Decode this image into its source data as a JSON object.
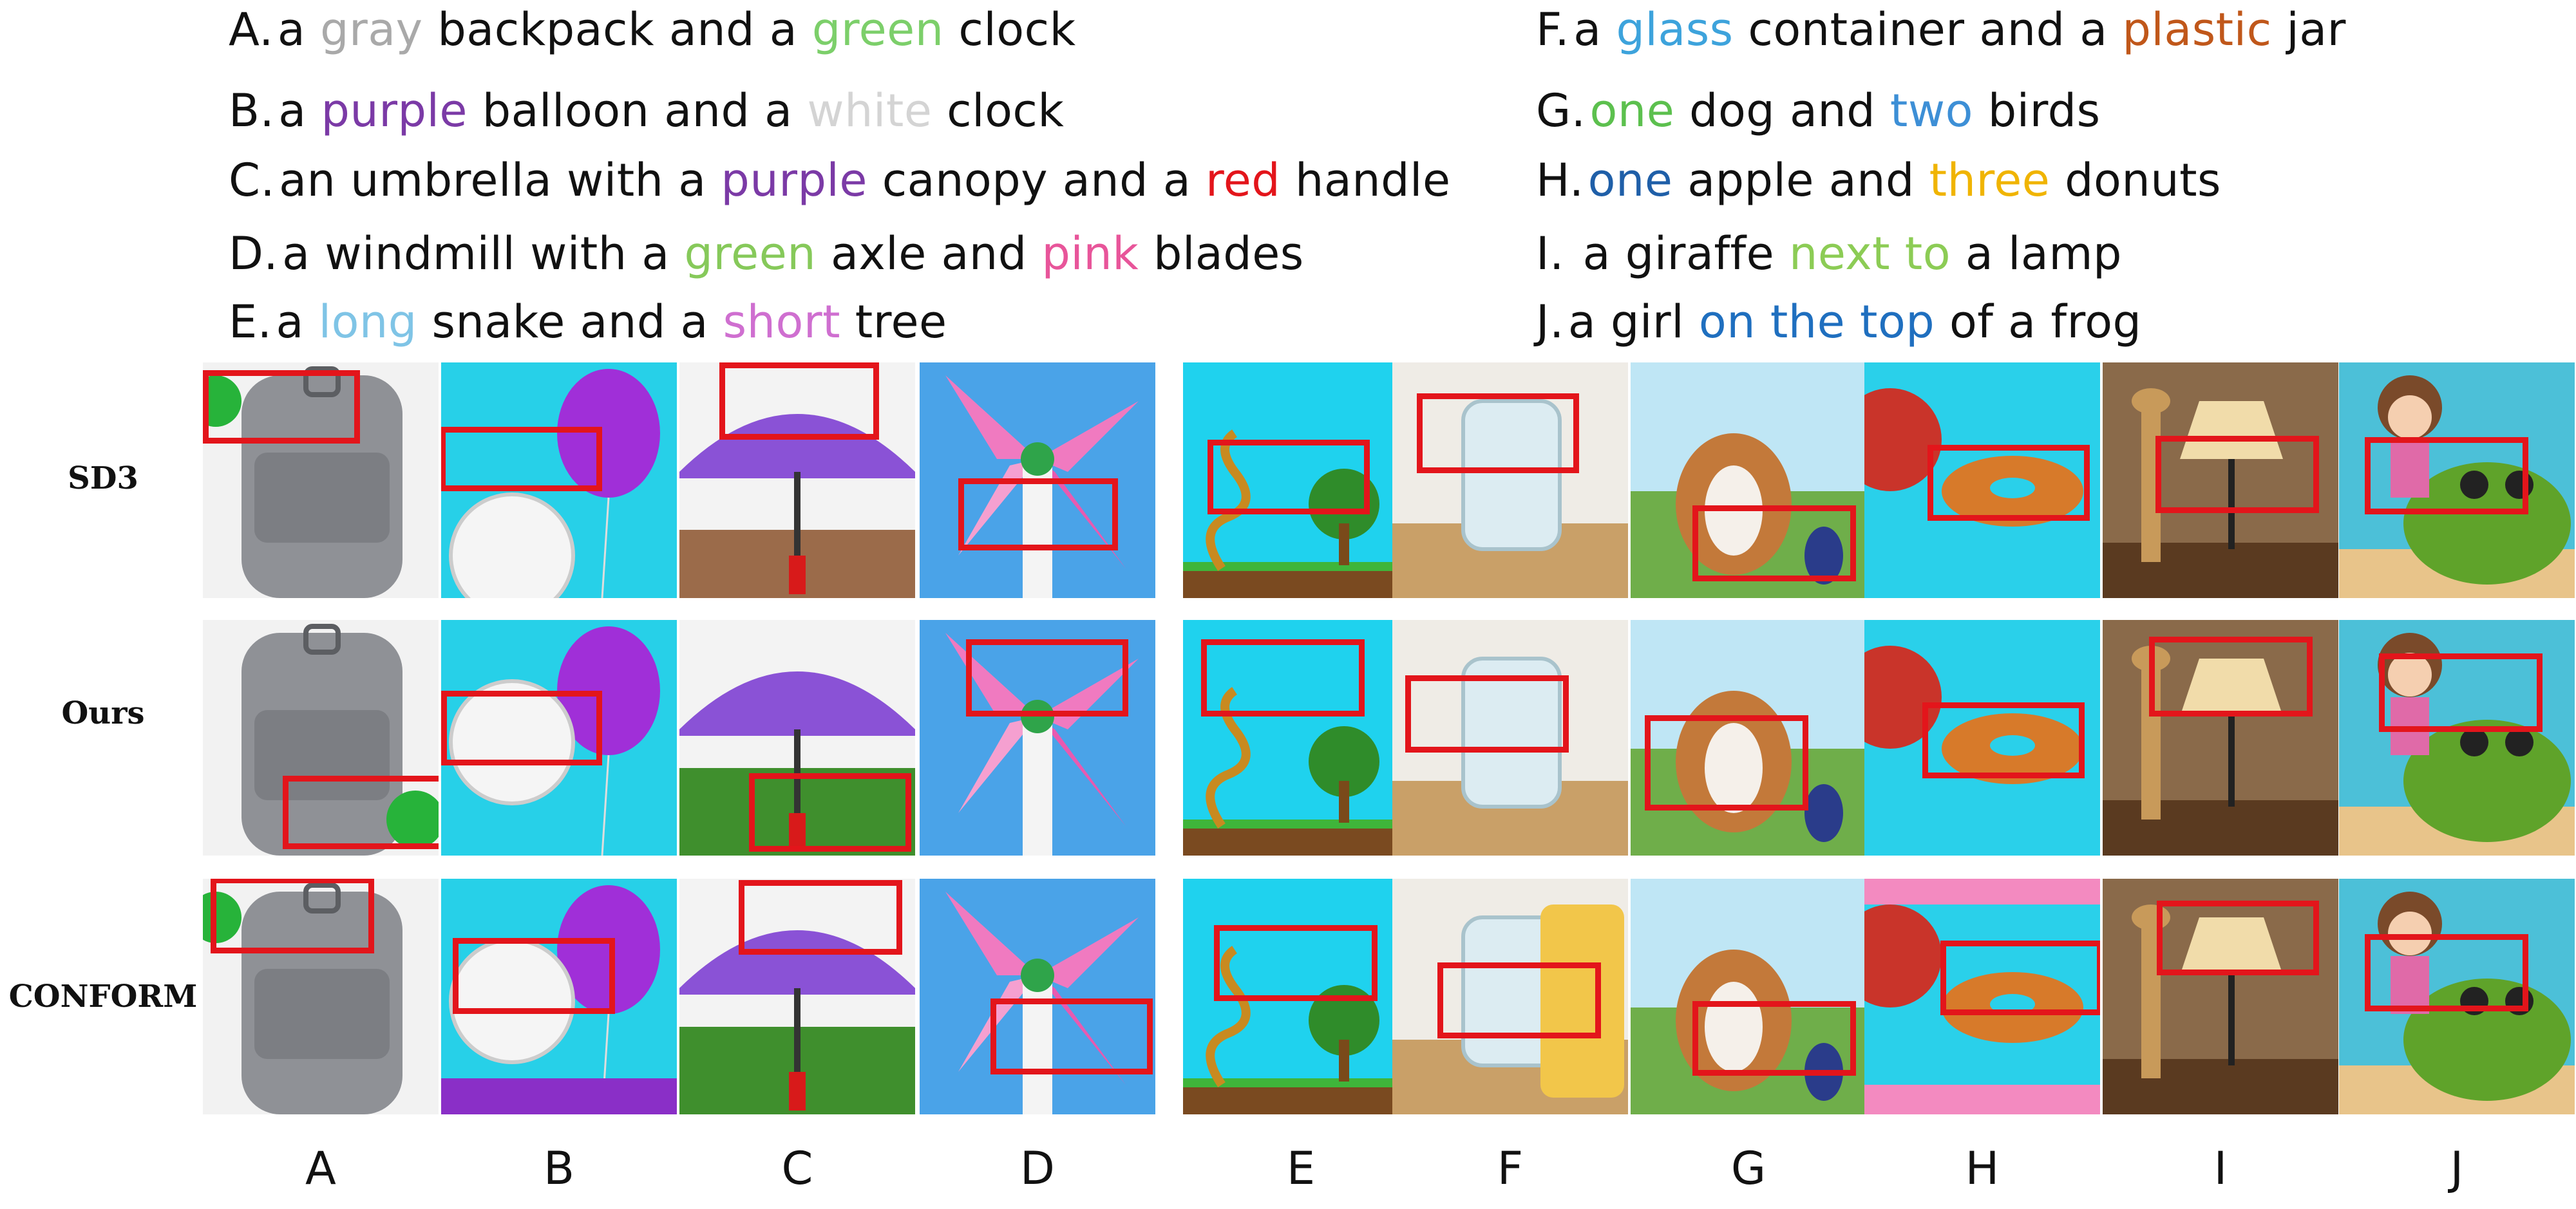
{
  "prompts": [
    {
      "id": "A",
      "letter": "A.",
      "parts": [
        {
          "t": "a "
        },
        {
          "t": "gray",
          "c": "#a9a9a9"
        },
        {
          "t": " backpack and a "
        },
        {
          "t": "green",
          "c": "#7ccf6a"
        },
        {
          "t": " clock"
        }
      ]
    },
    {
      "id": "B",
      "letter": "B.",
      "parts": [
        {
          "t": "a "
        },
        {
          "t": "purple",
          "c": "#7b3aa6"
        },
        {
          "t": " balloon and a "
        },
        {
          "t": "white",
          "c": "#d4d4d4"
        },
        {
          "t": " clock"
        }
      ]
    },
    {
      "id": "C",
      "letter": "C.",
      "parts": [
        {
          "t": "an umbrella with a "
        },
        {
          "t": "purple",
          "c": "#7b3aa6"
        },
        {
          "t": " canopy and a "
        },
        {
          "t": "red",
          "c": "#e3151b"
        },
        {
          "t": " handle"
        }
      ]
    },
    {
      "id": "D",
      "letter": "D.",
      "parts": [
        {
          "t": "a windmill with a "
        },
        {
          "t": "green",
          "c": "#86c95a"
        },
        {
          "t": " axle and "
        },
        {
          "t": "pink",
          "c": "#e8559a"
        },
        {
          "t": " blades"
        }
      ]
    },
    {
      "id": "E",
      "letter": "E.",
      "parts": [
        {
          "t": "a "
        },
        {
          "t": "long",
          "c": "#7fc4e6"
        },
        {
          "t": " snake and a "
        },
        {
          "t": "short",
          "c": "#cf6fd0"
        },
        {
          "t": " tree"
        }
      ]
    },
    {
      "id": "F",
      "letter": "F.",
      "parts": [
        {
          "t": "a "
        },
        {
          "t": "glass",
          "c": "#3da3dc"
        },
        {
          "t": " container and a "
        },
        {
          "t": "plastic",
          "c": "#c0571a"
        },
        {
          "t": " jar"
        }
      ]
    },
    {
      "id": "G",
      "letter": "G.",
      "parts": [
        {
          "t": "one",
          "c": "#5cc04e"
        },
        {
          "t": " dog and "
        },
        {
          "t": "two",
          "c": "#3d8fd6"
        },
        {
          "t": " birds"
        }
      ]
    },
    {
      "id": "H",
      "letter": "H.",
      "parts": [
        {
          "t": "one",
          "c": "#1f5fa8"
        },
        {
          "t": " apple and "
        },
        {
          "t": "three",
          "c": "#f0b400"
        },
        {
          "t": " donuts"
        }
      ]
    },
    {
      "id": "I",
      "letter": "I.",
      "parts": [
        {
          "t": " a giraffe "
        },
        {
          "t": "next to",
          "c": "#8ccc55"
        },
        {
          "t": " a lamp"
        }
      ]
    },
    {
      "id": "J",
      "letter": "J.",
      "parts": [
        {
          "t": "a girl "
        },
        {
          "t": "on the top",
          "c": "#1f6fbf"
        },
        {
          "t": " of a frog"
        }
      ]
    }
  ],
  "rows": [
    {
      "key": "sd3",
      "label": "SD3"
    },
    {
      "key": "ours",
      "label": "Ours"
    },
    {
      "key": "conform",
      "label": "CONFORM"
    }
  ],
  "columns": [
    "A",
    "B",
    "C",
    "D",
    "E",
    "F",
    "G",
    "H",
    "I",
    "J"
  ],
  "images": {
    "A": {
      "subject": "gray backpack",
      "bg": "#f2f2f2"
    },
    "B": {
      "subject": "purple balloon with clock",
      "bg": "#27d0e8"
    },
    "C": {
      "subject": "purple umbrella",
      "bg": "#f3f3f3"
    },
    "D": {
      "subject": "windmill",
      "bg": "#4aa3e8"
    },
    "E": {
      "subject": "snake and tree",
      "bg": "#1fd2ee"
    },
    "F": {
      "subject": "glass jar",
      "bg": "#efece6"
    },
    "G": {
      "subject": "dog and bird",
      "bg": "#6fae4a"
    },
    "H": {
      "subject": "apple and donuts",
      "bg": "#2ad0ea"
    },
    "I": {
      "subject": "giraffe and lamp",
      "bg": "#8a6a4a"
    },
    "J": {
      "subject": "girl and frog",
      "bg": "#4cc0d8"
    }
  },
  "colors": {
    "highlight_box": "#e3151b",
    "text": "#111111"
  }
}
